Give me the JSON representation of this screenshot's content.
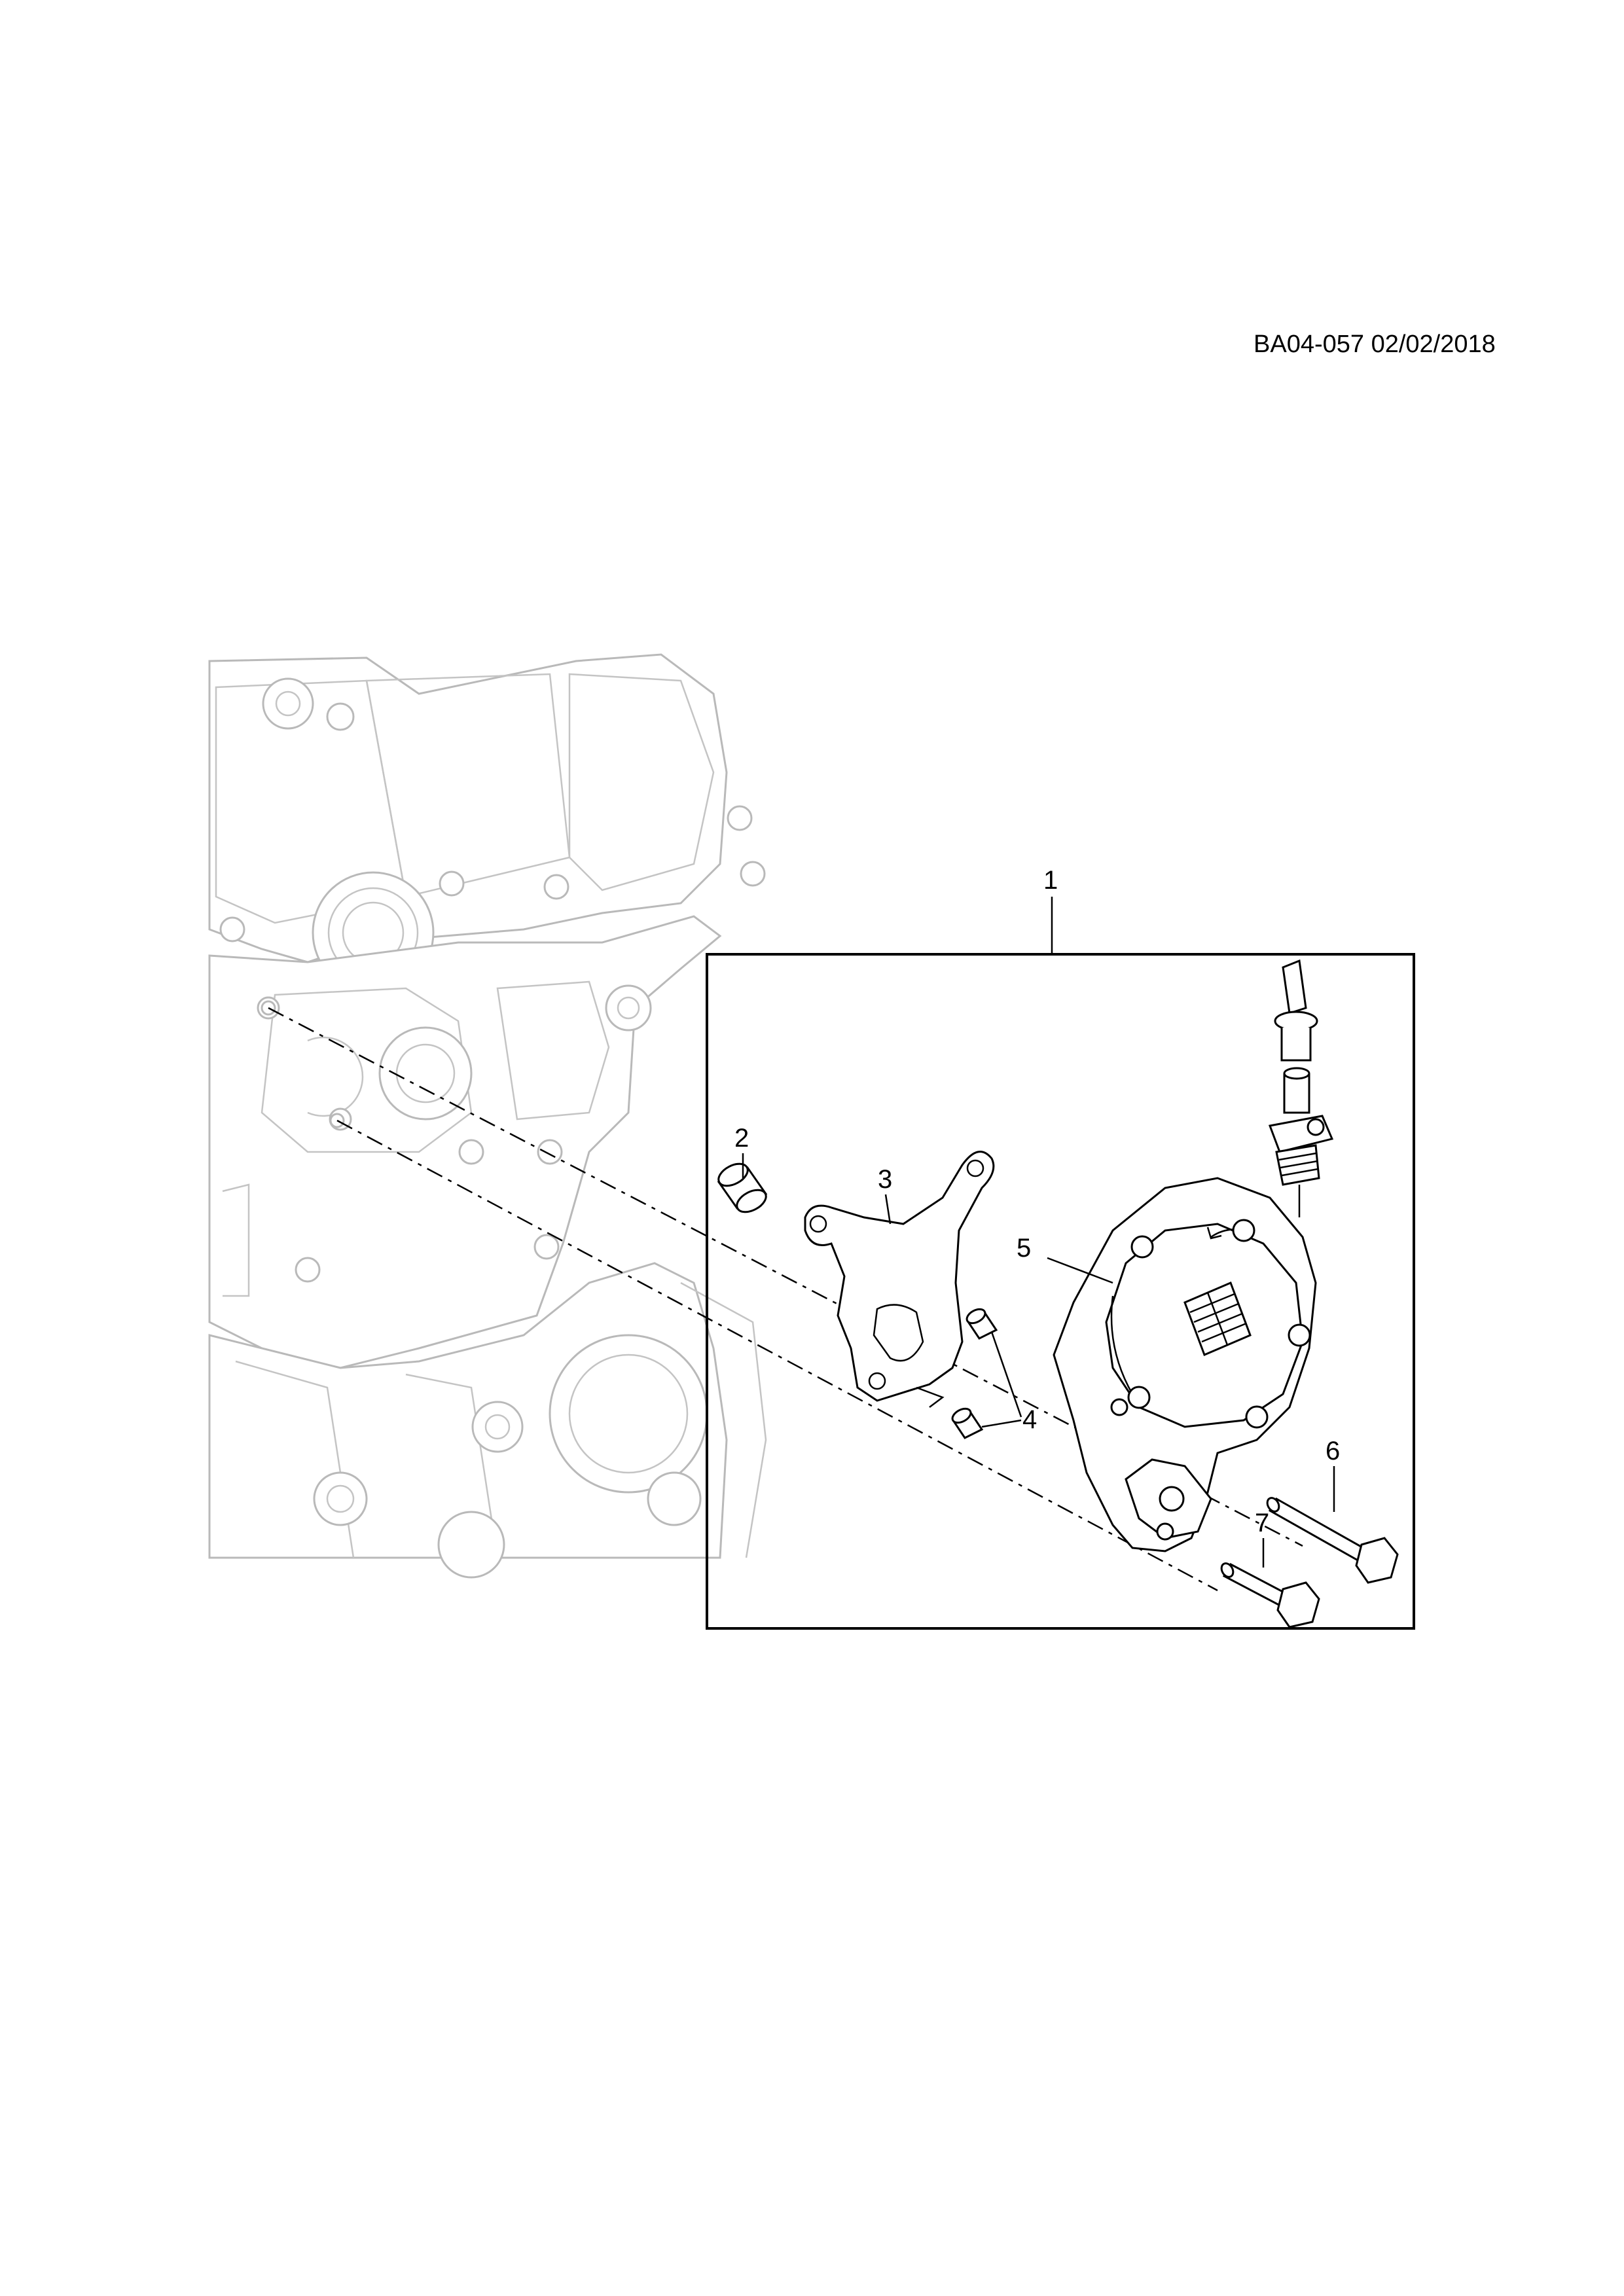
{
  "diagram": {
    "title": "BA04-057 02/02/2018",
    "callouts": [
      {
        "id": "1",
        "label": "1"
      },
      {
        "id": "2",
        "label": "2"
      },
      {
        "id": "3",
        "label": "3"
      },
      {
        "id": "4",
        "label": "4"
      },
      {
        "id": "5",
        "label": "5"
      },
      {
        "id": "6",
        "label": "6"
      },
      {
        "id": "7",
        "label": "7"
      }
    ]
  },
  "colors": {
    "line": "#000000",
    "engine_line": "#b9b9b9",
    "background": "#ffffff"
  }
}
